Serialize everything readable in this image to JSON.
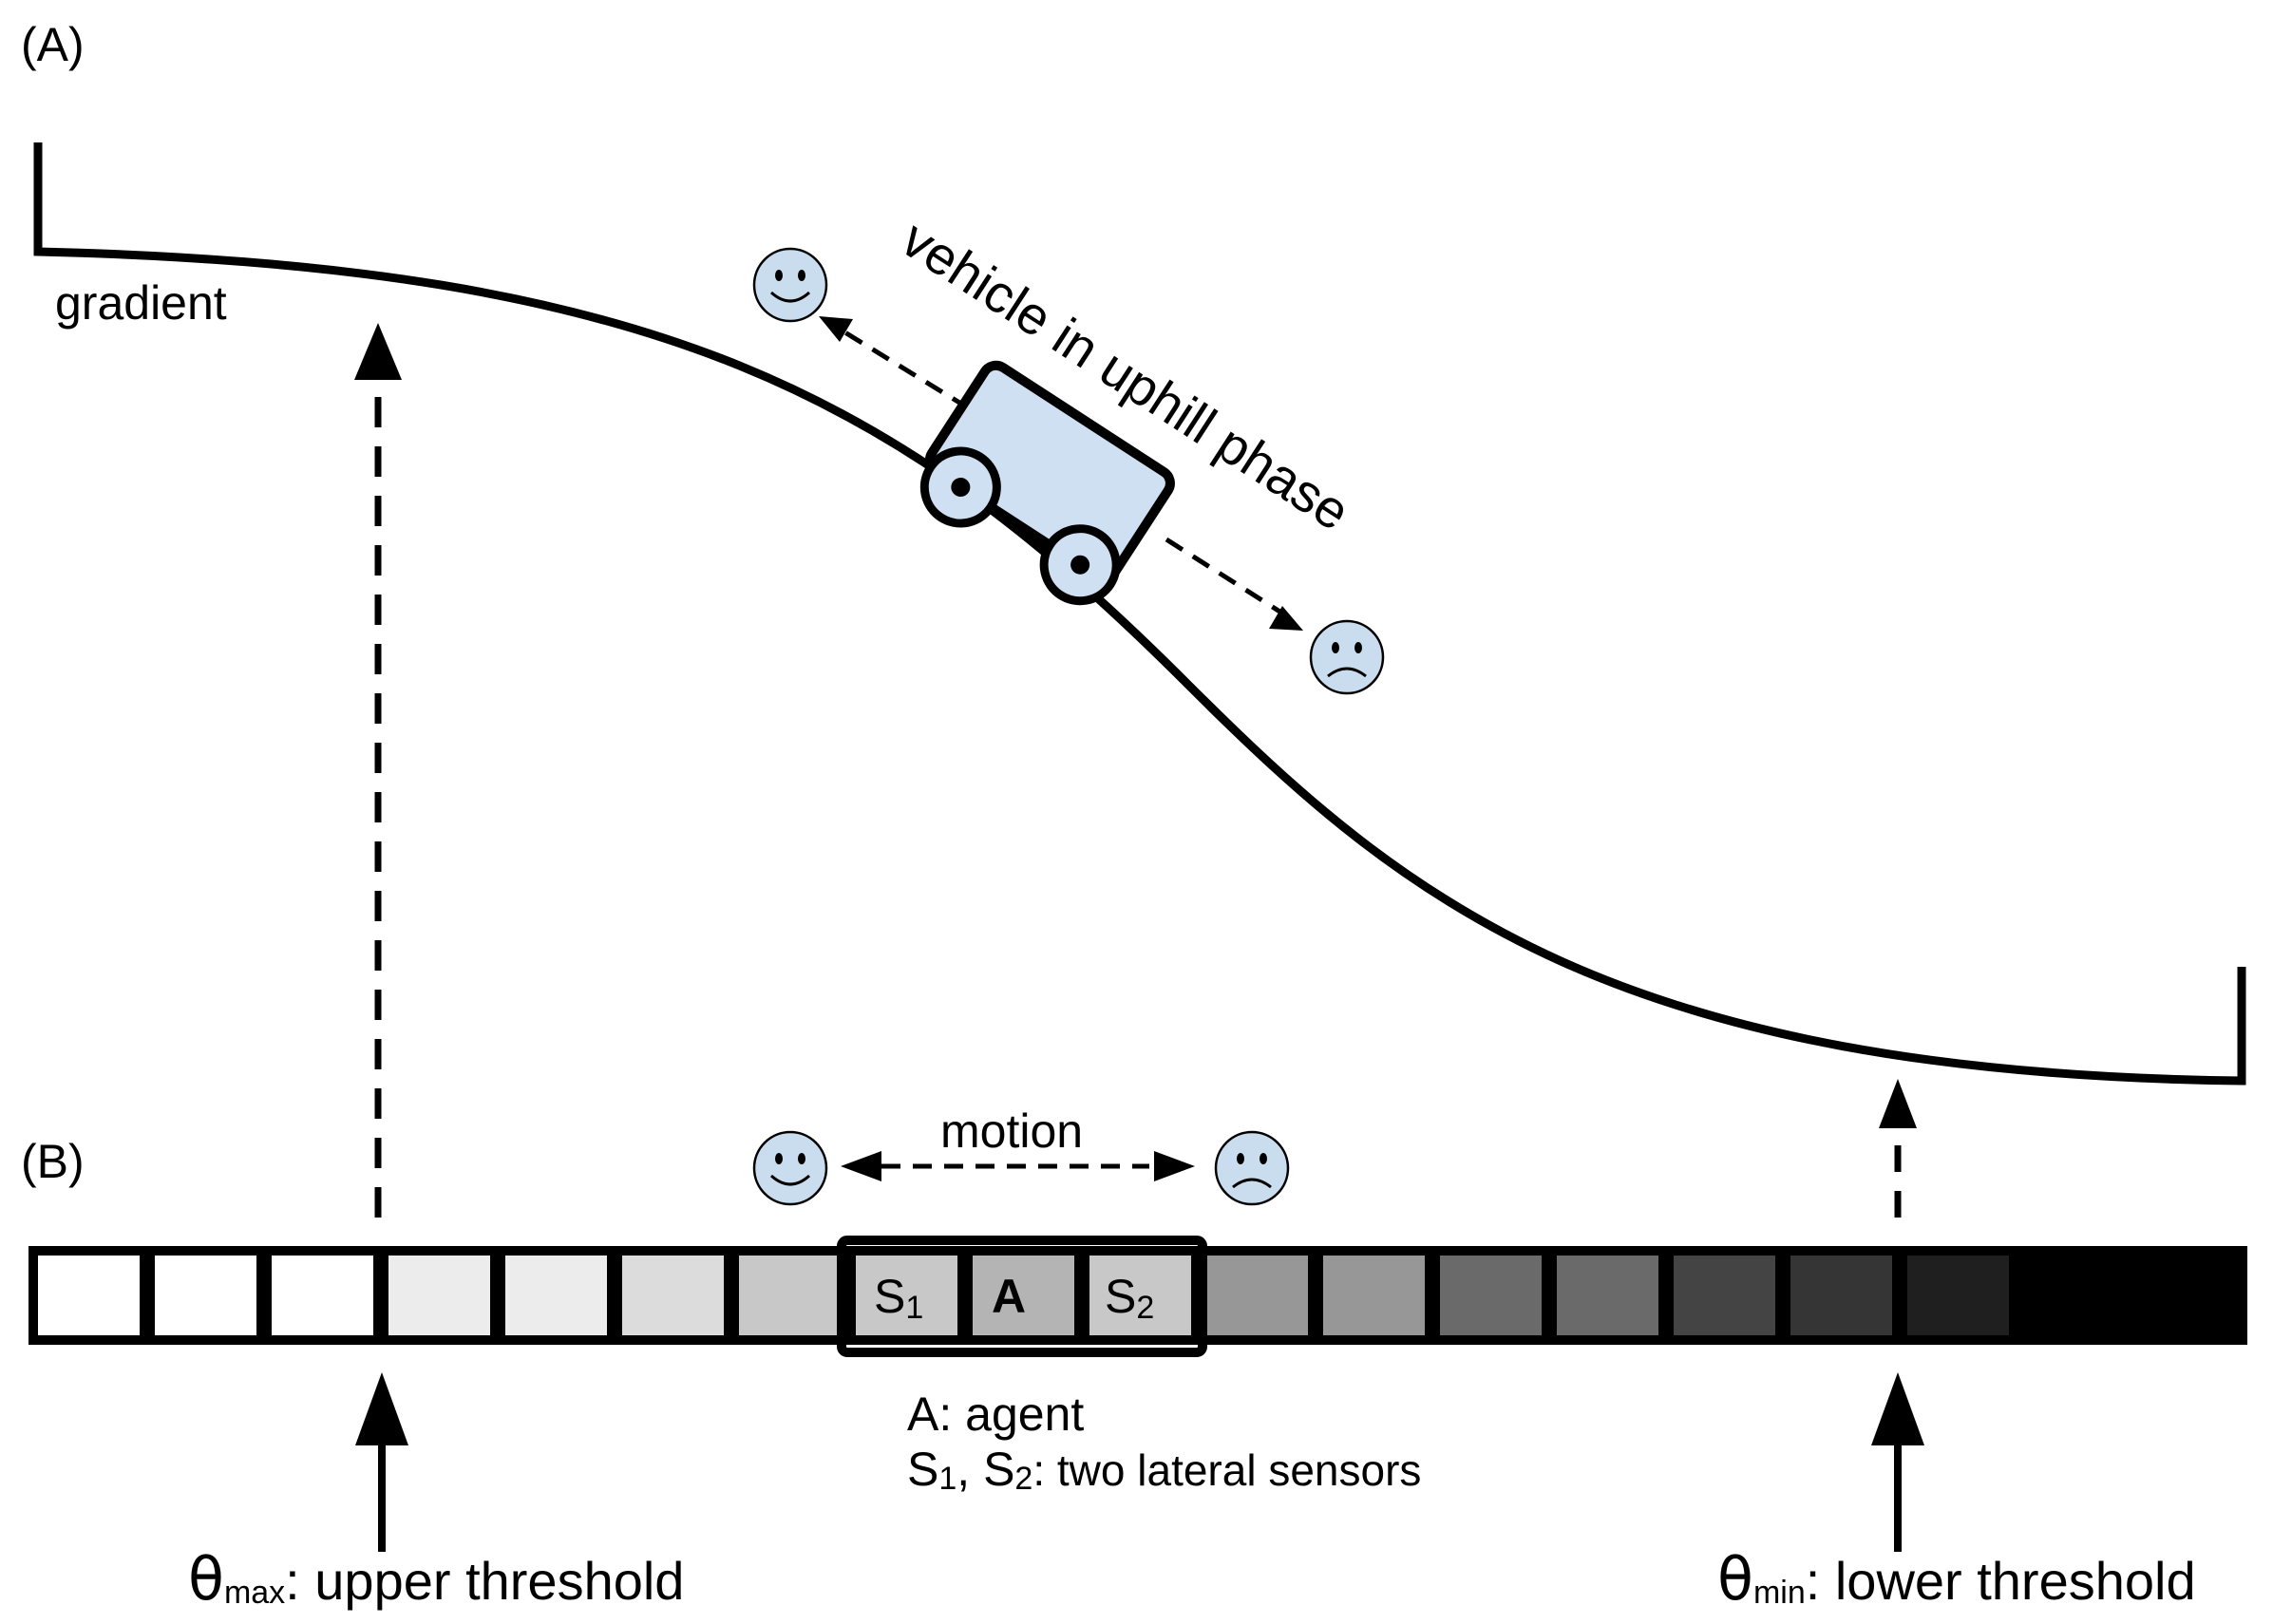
{
  "panels": {
    "a_label": "(A)",
    "b_label": "(B)"
  },
  "gradient_label": "gradient",
  "vehicle_label": "vehicle in uphill phase",
  "motion_label": "motion",
  "cells": {
    "s1_main": "S",
    "s1_sub": "1",
    "agent": "A",
    "s2_main": "S",
    "s2_sub": "2",
    "shades": [
      "#ffffff",
      "#ffffff",
      "#ffffff",
      "#ececec",
      "#ececec",
      "#dcdcdc",
      "#c8c8c8",
      "#c8c8c8",
      "#b4b4b4",
      "#c8c8c8",
      "#979797",
      "#979797",
      "#6a6a6a",
      "#6a6a6a",
      "#444444",
      "#353535",
      "#1f1f1f",
      "#000000"
    ]
  },
  "legend": {
    "agent": "A: agent",
    "sensors_main": "S",
    "sensors_sub1": "1",
    "sensors_sep": ", S",
    "sensors_sub2": "2",
    "sensors_desc": ": two lateral sensors"
  },
  "thresholds": {
    "max_symbol": "θ",
    "max_sub": "max",
    "max_desc": ": upper threshold",
    "min_symbol": "θ",
    "min_sub": "min",
    "min_desc": ": lower threshold"
  },
  "colors": {
    "face": "#c9ddef",
    "vehicle": "#cfe0f3",
    "stroke": "#000000"
  },
  "icons": [
    "smiley-face-icon",
    "sad-face-icon",
    "vehicle-icon"
  ]
}
